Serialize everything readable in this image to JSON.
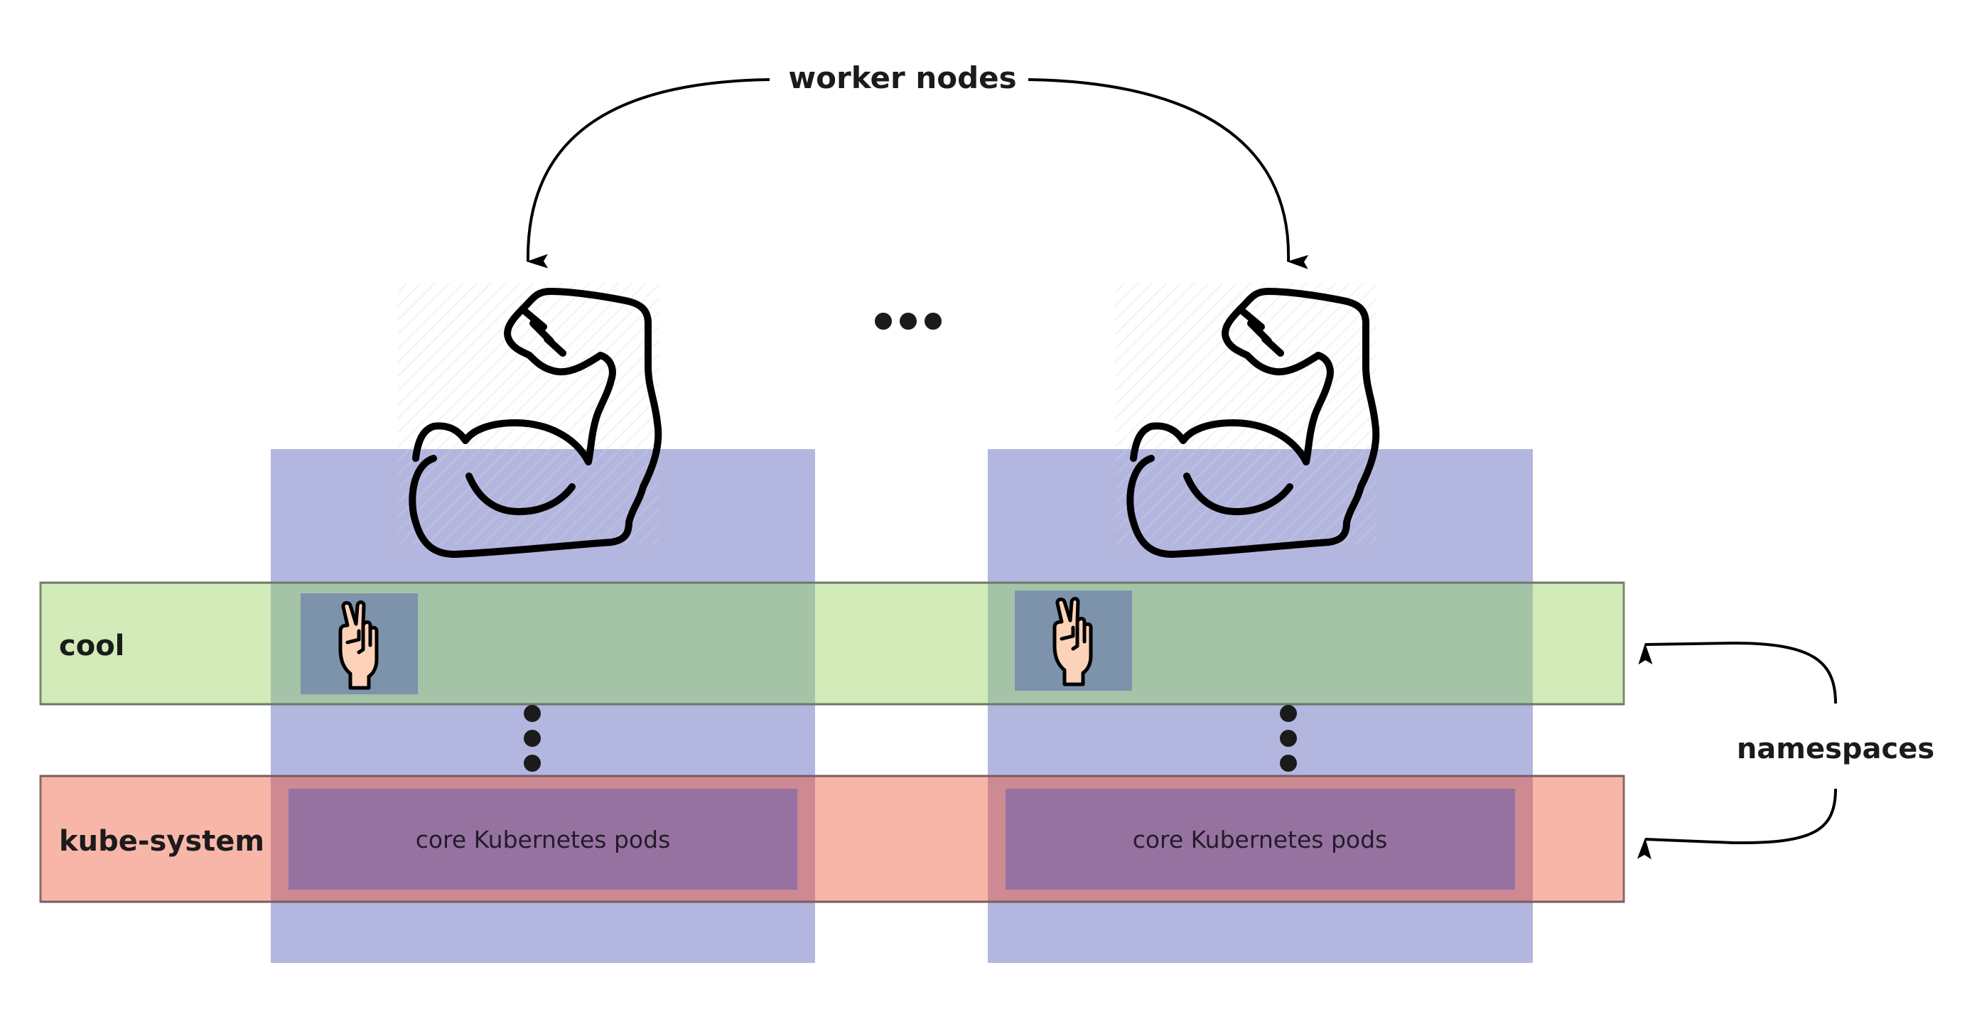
{
  "diagram": {
    "top_label": "worker nodes",
    "side_label": "namespaces",
    "ellipsis_between_nodes": "•••",
    "colors": {
      "node_fill": "#b3b6df",
      "namespace_cool_fill": "#d2ebb9",
      "namespace_cool_border": "#7a8a6e",
      "namespace_kube_fill": "#f8b6a9",
      "namespace_kube_border": "#8a6a66",
      "core_pods_fill": "#9672a1",
      "app_pod_fill": "#7d92ab",
      "hand_skin": "#fcd2b8",
      "ink": "#1b1b1b"
    },
    "namespaces": [
      {
        "name": "cool"
      },
      {
        "name": "kube-system"
      }
    ],
    "nodes": [
      {
        "icon": "flexed-biceps-icon",
        "cool_pod_icon": "victory-hand-icon",
        "kube_system_pods_label": "core Kubernetes pods"
      },
      {
        "icon": "flexed-biceps-icon",
        "cool_pod_icon": "victory-hand-icon",
        "kube_system_pods_label": "core Kubernetes pods"
      }
    ]
  }
}
